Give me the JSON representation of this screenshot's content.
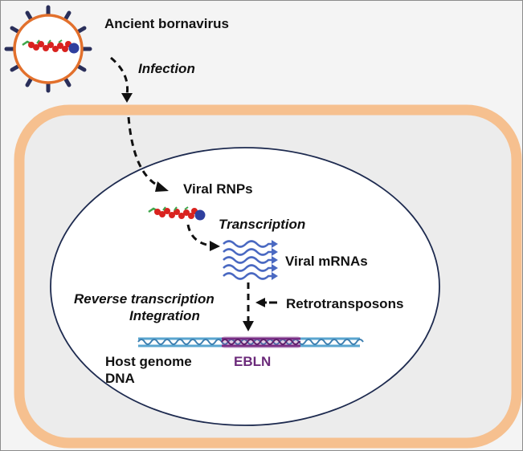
{
  "labels": {
    "virus": "Ancient bornavirus",
    "infection": "Infection",
    "viral_rnps": "Viral RNPs",
    "transcription": "Transcription",
    "viral_mrnas": "Viral mRNAs",
    "reverse_transcription": "Reverse transcription",
    "integration": "Integration",
    "retrotransposons": "Retrotransposons",
    "eutl": "EBLN",
    "host_genome_line1": "Host genome",
    "host_genome_line2": "DNA"
  },
  "colors": {
    "cell_membrane": "#f6c08f",
    "cell_fill": "#ececec",
    "nucleus_border": "#1d2a4f",
    "virion_envelope": "#e2702c",
    "virion_spike": "#2a2f5a",
    "rnp_bead": "#d9231f",
    "rnp_cap": "#2f3f9e",
    "rnp_tail": "#3fa64a",
    "mrna": "#4a69c2",
    "dna": "#5aa5cf",
    "ebln": "#7a2f86"
  }
}
